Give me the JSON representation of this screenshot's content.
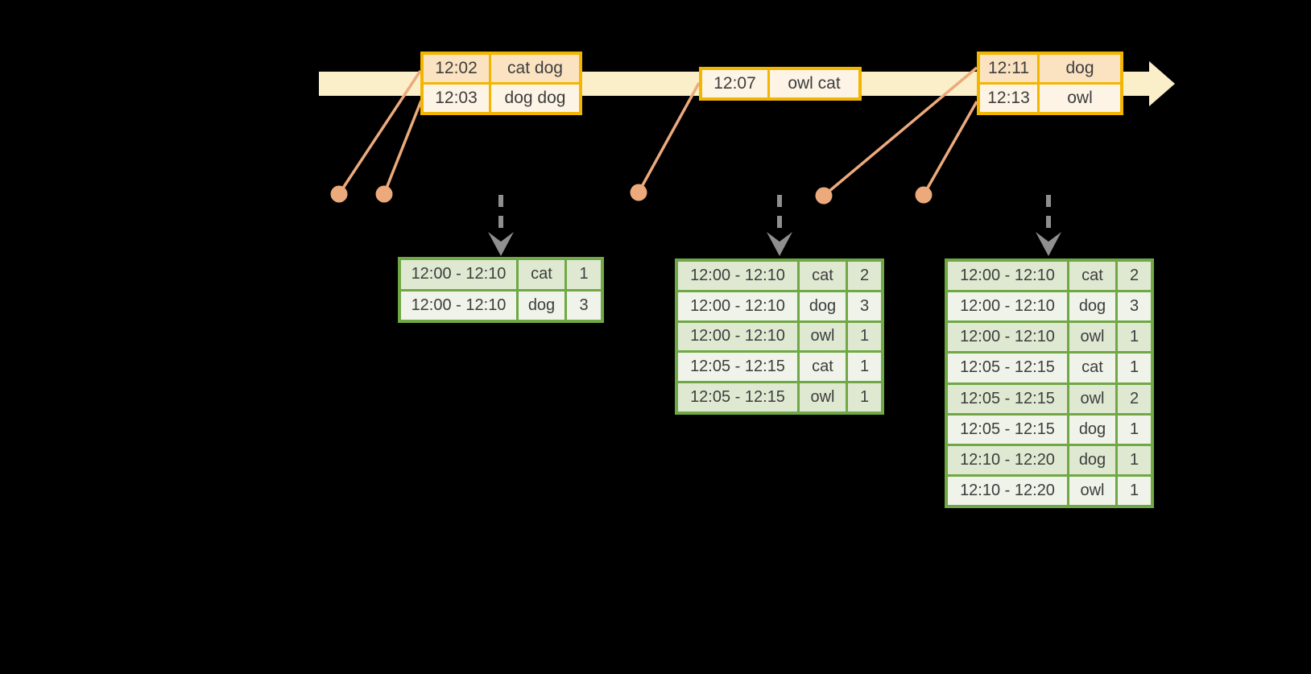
{
  "colors": {
    "background": "#000000",
    "timeline_fill": "#fbefca",
    "event_border": "#f2b600",
    "event_row_dark": "#fbe3c2",
    "event_row_light": "#fdf4e6",
    "result_border": "#6fa844",
    "result_row_dark": "#dfe9d2",
    "result_row_light": "#eff3e9",
    "connector": "#ecaa7c",
    "trigger_arrow": "#8f8f8f",
    "text": "#3d3d3d"
  },
  "icons": {
    "timeline_arrow": "right-arrow-band",
    "event_marker": "filled-circle",
    "trigger_arrow": "dashed-down-arrow"
  },
  "event_tables": [
    {
      "rows": [
        {
          "time": "12:02",
          "words": "cat dog"
        },
        {
          "time": "12:03",
          "words": "dog dog"
        }
      ]
    },
    {
      "rows": [
        {
          "time": "12:07",
          "words": "owl cat"
        }
      ]
    },
    {
      "rows": [
        {
          "time": "12:11",
          "words": "dog"
        },
        {
          "time": "12:13",
          "words": "owl"
        }
      ]
    }
  ],
  "result_tables": [
    {
      "rows": [
        {
          "window": "12:00 - 12:10",
          "word": "cat",
          "count": 1
        },
        {
          "window": "12:00 - 12:10",
          "word": "dog",
          "count": 3
        }
      ]
    },
    {
      "rows": [
        {
          "window": "12:00 - 12:10",
          "word": "cat",
          "count": 2
        },
        {
          "window": "12:00 - 12:10",
          "word": "dog",
          "count": 3
        },
        {
          "window": "12:00 - 12:10",
          "word": "owl",
          "count": 1
        },
        {
          "window": "12:05 - 12:15",
          "word": "cat",
          "count": 1
        },
        {
          "window": "12:05 - 12:15",
          "word": "owl",
          "count": 1
        }
      ]
    },
    {
      "rows": [
        {
          "window": "12:00 - 12:10",
          "word": "cat",
          "count": 2
        },
        {
          "window": "12:00 - 12:10",
          "word": "dog",
          "count": 3
        },
        {
          "window": "12:00 - 12:10",
          "word": "owl",
          "count": 1
        },
        {
          "window": "12:05 - 12:15",
          "word": "cat",
          "count": 1
        },
        {
          "window": "12:05 - 12:15",
          "word": "owl",
          "count": 2
        },
        {
          "window": "12:05 - 12:15",
          "word": "dog",
          "count": 1
        },
        {
          "window": "12:10 - 12:20",
          "word": "dog",
          "count": 1
        },
        {
          "window": "12:10 - 12:20",
          "word": "owl",
          "count": 1
        }
      ]
    }
  ]
}
